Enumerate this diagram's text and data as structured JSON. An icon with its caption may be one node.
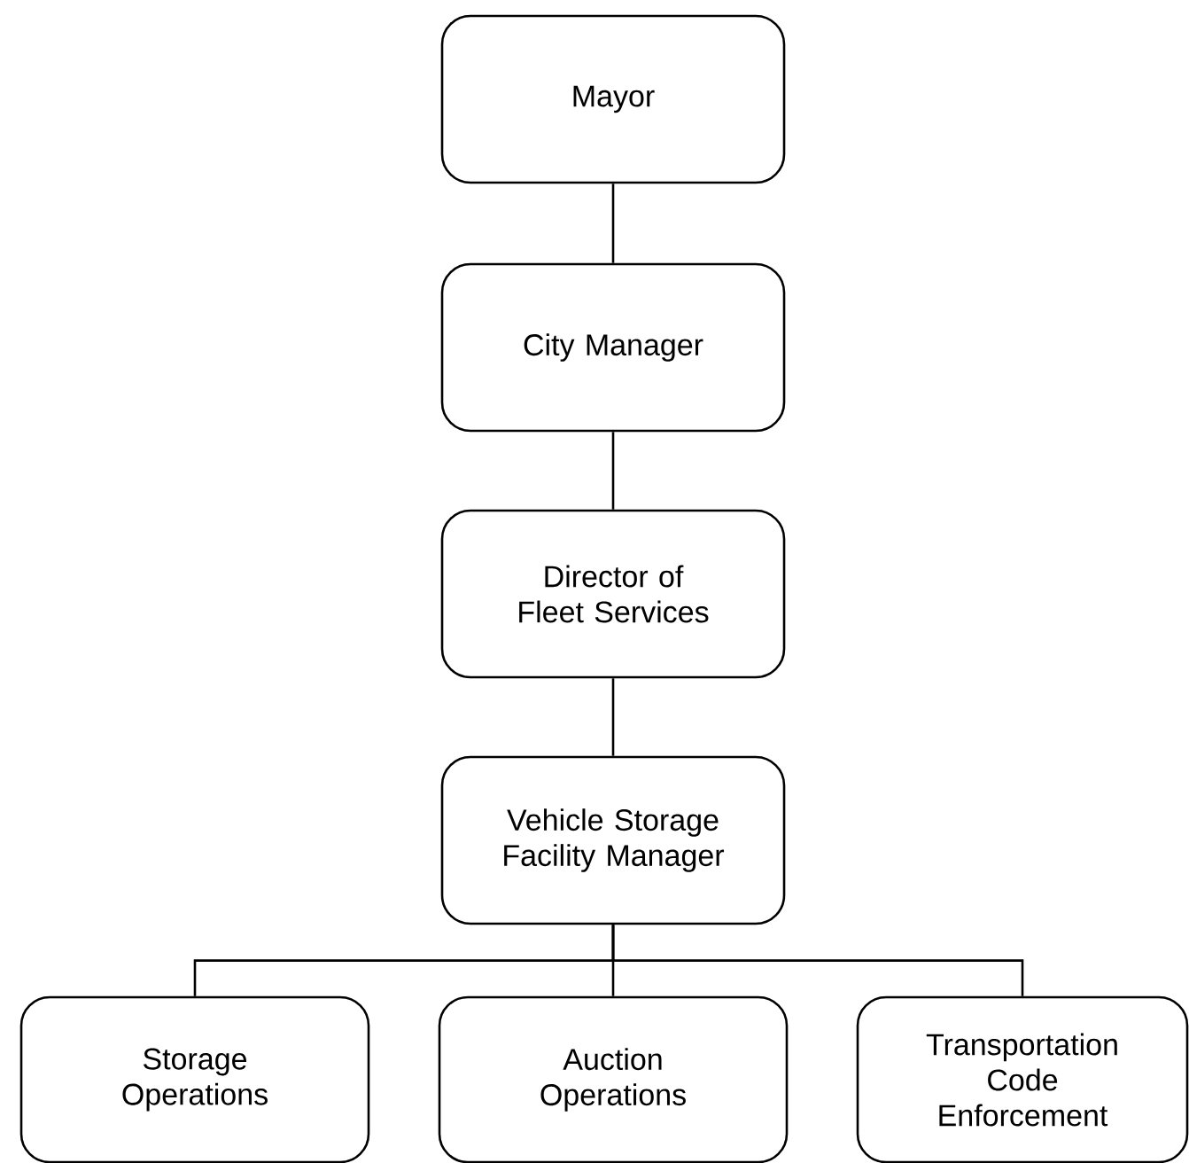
{
  "diagram": {
    "nodes": [
      {
        "text": [
          "Mayor"
        ]
      },
      {
        "text": [
          "City Manager"
        ]
      },
      {
        "text": [
          "Director of Fleet Services"
        ]
      },
      {
        "text": [
          "Vehicle Storage Facility Manager"
        ]
      },
      {
        "text": [
          "Storage Operations"
        ]
      },
      {
        "text": [
          "Auction Operations"
        ]
      },
      {
        "text": [
          "Transportation Code Enforcement"
        ]
      }
    ],
    "edges": [
      {
        "from": 0,
        "to": 1,
        "arrow": "none"
      },
      {
        "from": 1,
        "to": 2,
        "arrow": "none"
      },
      {
        "from": 2,
        "to": 3,
        "arrow": "none"
      },
      {
        "from": 3,
        "to": 4,
        "arrow": "none"
      },
      {
        "from": 3,
        "to": 5,
        "arrow": "none"
      },
      {
        "from": 3,
        "to": 6,
        "arrow": "none"
      }
    ]
  }
}
